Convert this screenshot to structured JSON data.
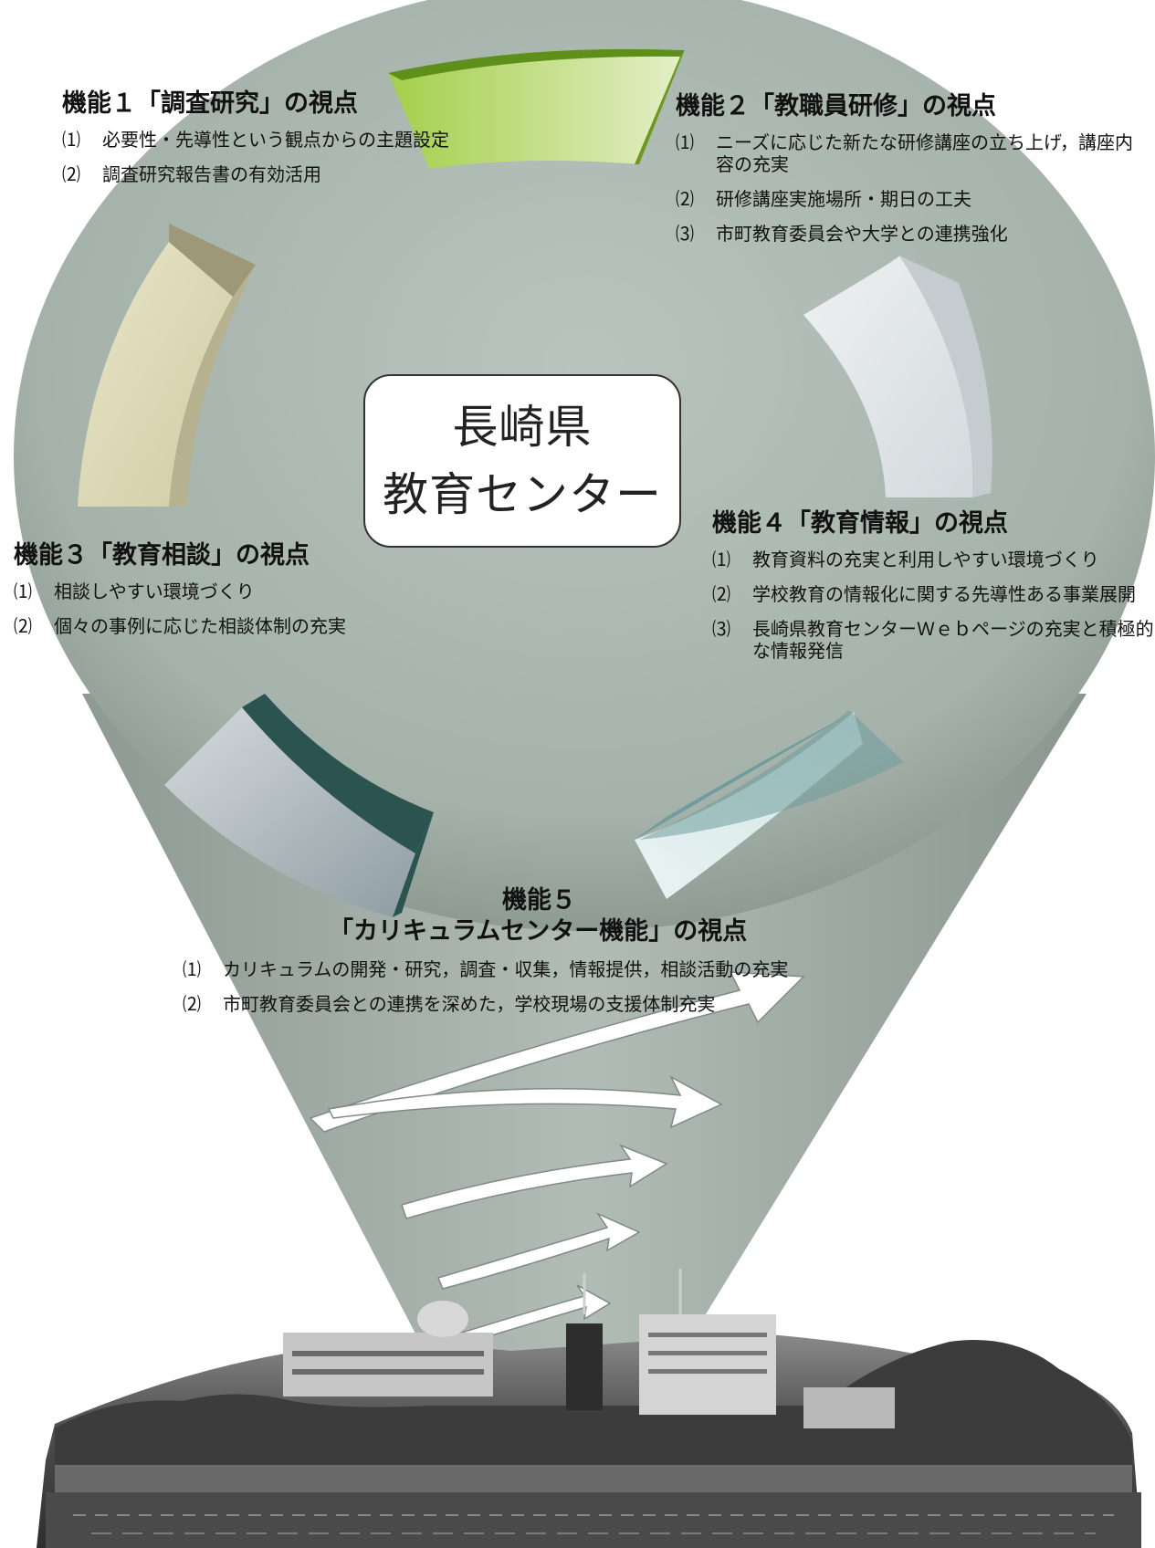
{
  "center": {
    "line1": "長崎県",
    "line2": "教育センター"
  },
  "functions": [
    {
      "title": "機能１「調査研究」の視点",
      "items": [
        {
          "num": "⑴",
          "text": "必要性・先導性という観点からの主題設定"
        },
        {
          "num": "⑵",
          "text": "調査研究報告書の有効活用"
        }
      ]
    },
    {
      "title": "機能２「教職員研修」の視点",
      "items": [
        {
          "num": "⑴",
          "text": "ニーズに応じた新たな研修講座の立ち上げ，講座内容の充実"
        },
        {
          "num": "⑵",
          "text": "研修講座実施場所・期日の工夫"
        },
        {
          "num": "⑶",
          "text": "市町教育委員会や大学との連携強化"
        }
      ]
    },
    {
      "title": "機能３「教育相談」の視点",
      "items": [
        {
          "num": "⑴",
          "text": "相談しやすい環境づくり"
        },
        {
          "num": "⑵",
          "text": "個々の事例に応じた相談体制の充実"
        }
      ]
    },
    {
      "title": "機能４「教育情報」の視点",
      "items": [
        {
          "num": "⑴",
          "text": "教育資料の充実と利用しやすい環境づくり"
        },
        {
          "num": "⑵",
          "text": "学校教育の情報化に関する先導性ある事業展開"
        },
        {
          "num": "⑶",
          "text": "長崎県教育センターＷｅｂページの充実と積極的な情報発信"
        }
      ]
    },
    {
      "title_line1": "機能５",
      "title_line2": "「カリキュラムセンター機能」の視点",
      "items": [
        {
          "num": "⑴",
          "text": "カリキュラムの開発・研究，調査・収集，情報提供，相談活動の充実"
        },
        {
          "num": "⑵",
          "text": "市町教育委員会との連携を深めた，学校現場の支援体制充実"
        }
      ]
    }
  ],
  "colors": {
    "funnel": "#a4b2aa",
    "segment_green": "#7fae2b",
    "segment_olive": "#c8c49c",
    "segment_light": "#dde3e5",
    "segment_teal": "#6f9c9c",
    "segment_dark_teal": "#2b5450",
    "arrow_fill": "#ffffff",
    "photo_tone": "#5a5a5a"
  }
}
